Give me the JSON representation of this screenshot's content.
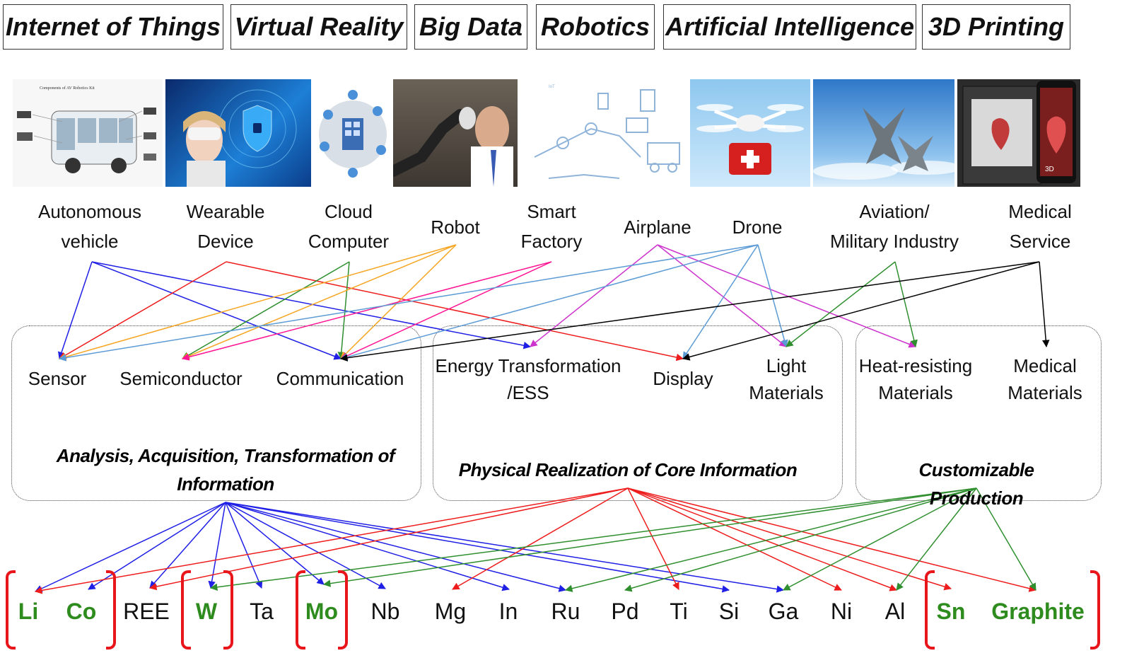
{
  "technologies": [
    {
      "label": "Internet of Things"
    },
    {
      "label": "Virtual Reality"
    },
    {
      "label": "Big Data"
    },
    {
      "label": "Robotics"
    },
    {
      "label": "Artificial Intelligence"
    },
    {
      "label": "3D Printing"
    }
  ],
  "photos": [
    {
      "caption": "Components of AV Robotics Kit"
    },
    {
      "caption": ""
    },
    {
      "caption": ""
    },
    {
      "caption": ""
    },
    {
      "caption": ""
    },
    {
      "caption": ""
    },
    {
      "caption": ""
    },
    {
      "caption": "3D"
    }
  ],
  "applications": [
    {
      "id": "av",
      "label": "Autonomous\nvehicle"
    },
    {
      "id": "wd",
      "label": "Wearable\nDevice"
    },
    {
      "id": "cc",
      "label": "Cloud\nComputer"
    },
    {
      "id": "ro",
      "label": "Robot"
    },
    {
      "id": "sf",
      "label": "Smart\nFactory"
    },
    {
      "id": "ap",
      "label": "Airplane"
    },
    {
      "id": "dr",
      "label": "Drone"
    },
    {
      "id": "am",
      "label": "Aviation/\nMilitary Industry"
    },
    {
      "id": "ms",
      "label": "Medical\nService"
    }
  ],
  "groups": [
    {
      "id": "g1",
      "title": "Analysis, Acquisition, Transformation of\nInformation"
    },
    {
      "id": "g2",
      "title": "Physical Realization of Core Information"
    },
    {
      "id": "g3",
      "title": "Customizable Production"
    }
  ],
  "components": [
    {
      "id": "se",
      "label": "Sensor"
    },
    {
      "id": "sc",
      "label": "Semiconductor"
    },
    {
      "id": "co",
      "label": "Communication"
    },
    {
      "id": "et",
      "label": "Energy Transformation\n/ESS"
    },
    {
      "id": "di",
      "label": "Display"
    },
    {
      "id": "lm",
      "label": "Light\nMaterials"
    },
    {
      "id": "hr",
      "label": "Heat-resisting\nMaterials"
    },
    {
      "id": "mm",
      "label": "Medical\nMaterials"
    }
  ],
  "minerals": [
    {
      "id": "Li",
      "label": "Li",
      "critical": true
    },
    {
      "id": "Co",
      "label": "Co",
      "critical": true
    },
    {
      "id": "REE",
      "label": "REE",
      "critical": false
    },
    {
      "id": "W",
      "label": "W",
      "critical": true
    },
    {
      "id": "Ta",
      "label": "Ta",
      "critical": false
    },
    {
      "id": "Mo",
      "label": "Mo",
      "critical": true
    },
    {
      "id": "Nb",
      "label": "Nb",
      "critical": false
    },
    {
      "id": "Mg",
      "label": "Mg",
      "critical": false
    },
    {
      "id": "In",
      "label": "In",
      "critical": false
    },
    {
      "id": "Ru",
      "label": "Ru",
      "critical": false
    },
    {
      "id": "Pd",
      "label": "Pd",
      "critical": false
    },
    {
      "id": "Ti",
      "label": "Ti",
      "critical": false
    },
    {
      "id": "Si",
      "label": "Si",
      "critical": false
    },
    {
      "id": "Ga",
      "label": "Ga",
      "critical": false
    },
    {
      "id": "Ni",
      "label": "Ni",
      "critical": false
    },
    {
      "id": "Al",
      "label": "Al",
      "critical": false
    },
    {
      "id": "Sn",
      "label": "Sn",
      "critical": true
    },
    {
      "id": "Graphite",
      "label": "Graphite",
      "critical": true
    }
  ],
  "colors": {
    "blue": "#1f1fe6",
    "red": "#ee1c1c",
    "green": "#2f8f2f",
    "orange": "#f5a623",
    "pink": "#ff1493",
    "lightblue": "#5b9bd5",
    "magenta": "#cc33cc",
    "black": "#000000",
    "bracket": "#e8161b",
    "critical_text": "#2e8b1e"
  },
  "links": [
    {
      "from": "av",
      "to": "se",
      "color": "blue"
    },
    {
      "from": "av",
      "to": "co",
      "color": "blue"
    },
    {
      "from": "av",
      "to": "et",
      "color": "blue"
    },
    {
      "from": "wd",
      "to": "se",
      "color": "red"
    },
    {
      "from": "wd",
      "to": "di",
      "color": "red"
    },
    {
      "from": "cc",
      "to": "sc",
      "color": "green"
    },
    {
      "from": "cc",
      "to": "co",
      "color": "green"
    },
    {
      "from": "ro",
      "to": "se",
      "color": "orange"
    },
    {
      "from": "ro",
      "to": "sc",
      "color": "orange"
    },
    {
      "from": "ro",
      "to": "co",
      "color": "orange"
    },
    {
      "from": "sf",
      "to": "sc",
      "color": "pink"
    },
    {
      "from": "sf",
      "to": "co",
      "color": "pink"
    },
    {
      "from": "ap",
      "to": "et",
      "color": "magenta"
    },
    {
      "from": "ap",
      "to": "lm",
      "color": "magenta"
    },
    {
      "from": "ap",
      "to": "hr",
      "color": "magenta"
    },
    {
      "from": "dr",
      "to": "se",
      "color": "lightblue"
    },
    {
      "from": "dr",
      "to": "co",
      "color": "lightblue"
    },
    {
      "from": "dr",
      "to": "di",
      "color": "lightblue"
    },
    {
      "from": "dr",
      "to": "lm",
      "color": "lightblue"
    },
    {
      "from": "am",
      "to": "lm",
      "color": "green"
    },
    {
      "from": "am",
      "to": "hr",
      "color": "green"
    },
    {
      "from": "ms",
      "to": "co",
      "color": "black"
    },
    {
      "from": "ms",
      "to": "di",
      "color": "black"
    },
    {
      "from": "ms",
      "to": "mm",
      "color": "black"
    },
    {
      "from": "g1",
      "to": "Li",
      "color": "blue"
    },
    {
      "from": "g1",
      "to": "Co",
      "color": "blue"
    },
    {
      "from": "g1",
      "to": "REE",
      "color": "blue"
    },
    {
      "from": "g1",
      "to": "W",
      "color": "blue"
    },
    {
      "from": "g1",
      "to": "Ta",
      "color": "blue"
    },
    {
      "from": "g1",
      "to": "Mo",
      "color": "blue"
    },
    {
      "from": "g1",
      "to": "Nb",
      "color": "blue"
    },
    {
      "from": "g1",
      "to": "In",
      "color": "blue"
    },
    {
      "from": "g1",
      "to": "Ru",
      "color": "blue"
    },
    {
      "from": "g1",
      "to": "Si",
      "color": "blue"
    },
    {
      "from": "g1",
      "to": "Ga",
      "color": "blue"
    },
    {
      "from": "g2",
      "to": "Li",
      "color": "red"
    },
    {
      "from": "g2",
      "to": "REE",
      "color": "red"
    },
    {
      "from": "g2",
      "to": "Mg",
      "color": "red"
    },
    {
      "from": "g2",
      "to": "Ti",
      "color": "red"
    },
    {
      "from": "g2",
      "to": "Ni",
      "color": "red"
    },
    {
      "from": "g2",
      "to": "Al",
      "color": "red"
    },
    {
      "from": "g2",
      "to": "Sn",
      "color": "red"
    },
    {
      "from": "g2",
      "to": "Graphite",
      "color": "red"
    },
    {
      "from": "g3",
      "to": "W",
      "color": "green"
    },
    {
      "from": "g3",
      "to": "Mo",
      "color": "green"
    },
    {
      "from": "g3",
      "to": "Ru",
      "color": "green"
    },
    {
      "from": "g3",
      "to": "Pd",
      "color": "green"
    },
    {
      "from": "g3",
      "to": "Ga",
      "color": "green"
    },
    {
      "from": "g3",
      "to": "Al",
      "color": "green"
    },
    {
      "from": "g3",
      "to": "Graphite",
      "color": "green"
    }
  ]
}
